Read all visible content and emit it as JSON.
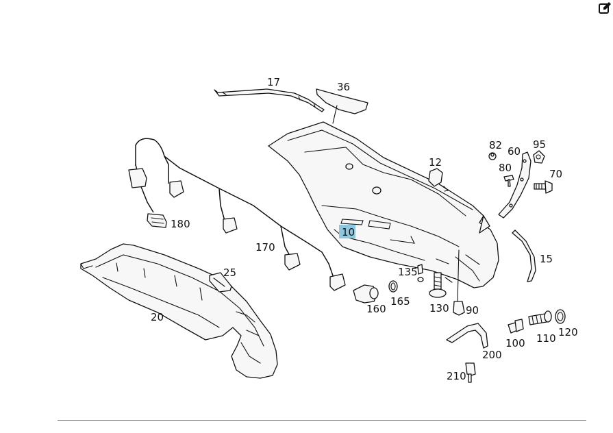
{
  "toolbar": {
    "edit_icon": "edit-icon"
  },
  "labels": {
    "p10": "10",
    "p12": "12",
    "p15": "15",
    "p17": "17",
    "p20": "20",
    "p25": "25",
    "p36": "36",
    "p60": "60",
    "p70": "70",
    "p80": "80",
    "p82": "82",
    "p90": "90",
    "p95": "95",
    "p100": "100",
    "p110": "110",
    "p120": "120",
    "p130": "130",
    "p135": "135",
    "p160": "160",
    "p165": "165",
    "p170": "170",
    "p180": "180",
    "p200": "200",
    "p210": "210"
  },
  "highlight": {
    "part": "10",
    "color": "#8fc8de"
  }
}
